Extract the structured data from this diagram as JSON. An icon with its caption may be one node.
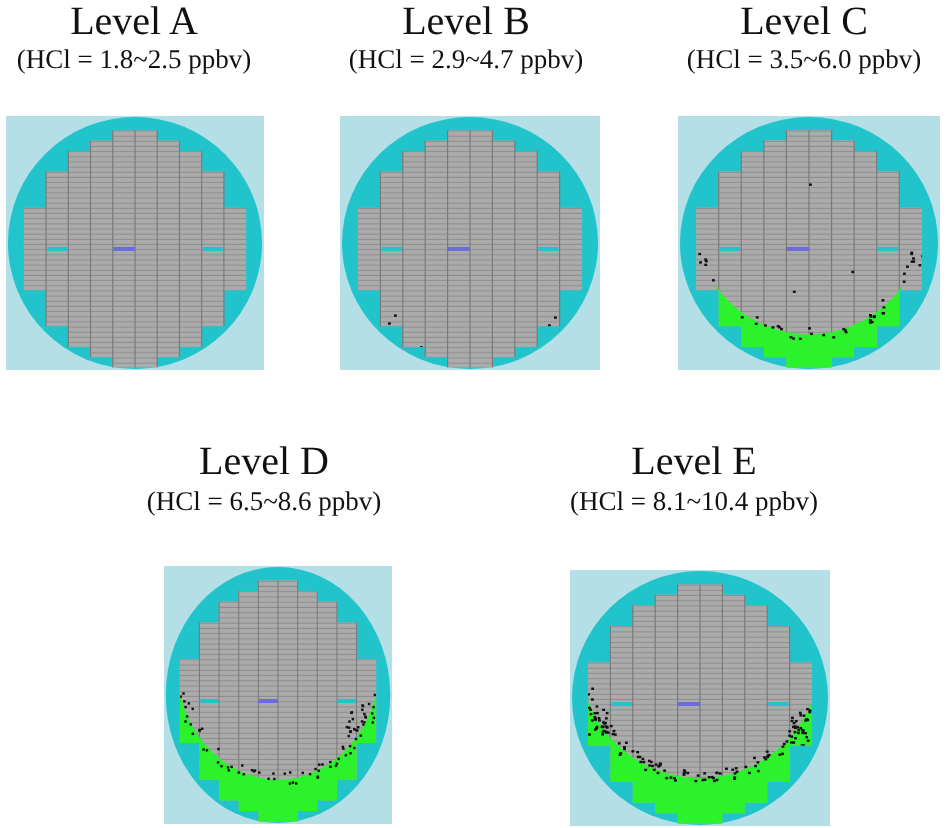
{
  "diagram": {
    "labels": [
      "Level A",
      "(HCl = 1.8~2.5 ppbv)",
      "Level B",
      "(HCl = 2.9~4.7 ppbv)",
      "Level C",
      "(HCl = 3.5~6.0 ppbv)",
      "Level D",
      "(HCl = 6.5~8.6 ppbv)",
      "Level E",
      "(HCl = 8.1~10.4 ppbv)"
    ]
  }
}
